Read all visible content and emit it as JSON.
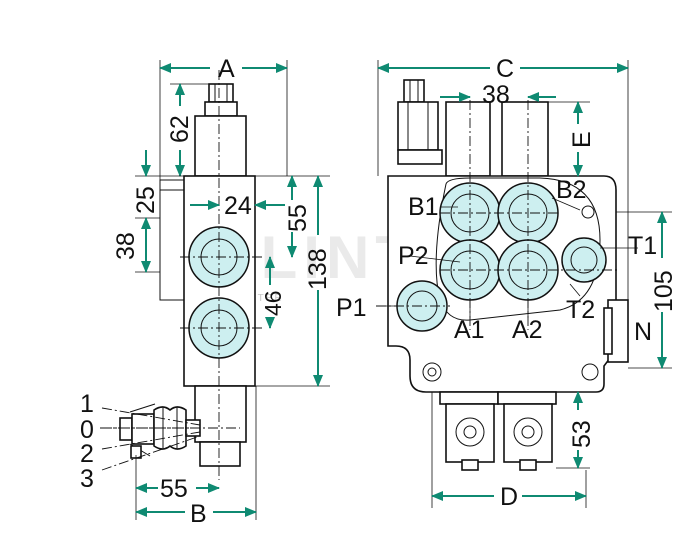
{
  "diagram": {
    "dimension_labels": {
      "A": "A",
      "B": "B",
      "C": "C",
      "D": "D",
      "E": "E",
      "N": "N",
      "d62": "62",
      "d25": "25",
      "d24": "24",
      "d55_side": "55",
      "d38_side": "38",
      "d138": "138",
      "d46": "46",
      "d55_bottom": "55",
      "d38_front": "38",
      "d105": "105",
      "d53": "53"
    },
    "port_labels": {
      "B1": "B1",
      "B2": "B2",
      "P2": "P2",
      "P1": "P1",
      "A1": "A1",
      "A2": "A2",
      "T1": "T1",
      "T2": "T2"
    },
    "lever_positions": [
      "1",
      "0",
      "2",
      "3"
    ],
    "watermark": "FLINT",
    "watermark_small": "FLINTEE",
    "colors": {
      "dimension_arrow": "#0f8a72",
      "port_fill": "#cdeff0",
      "outline": "#111111"
    }
  }
}
